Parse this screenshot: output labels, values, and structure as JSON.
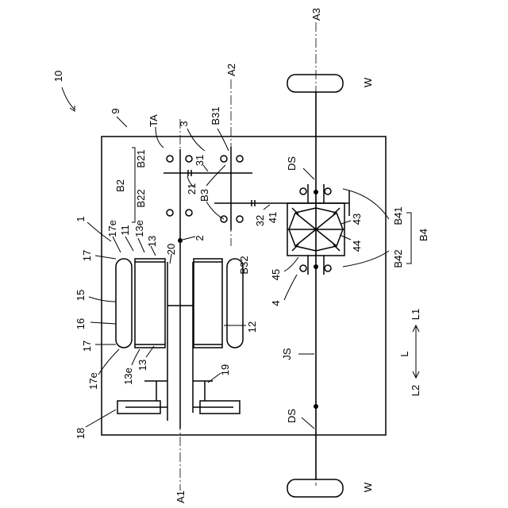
{
  "labels": {
    "fig_ref": "10",
    "housing": "9",
    "rotor_axis": "A1",
    "counter_axis": "A2",
    "output_axis": "A3",
    "wheel_top": "W",
    "wheel_bottom": "W",
    "ta": "TA",
    "gear3": "3",
    "b31": "B31",
    "b21": "B21",
    "b22": "B22",
    "b2": "B2",
    "g31": "31",
    "g21": "21",
    "b3": "B3",
    "g32": "32",
    "g41": "41",
    "g43": "43",
    "b41": "B41",
    "b4": "B4",
    "b42": "B42",
    "b32": "B32",
    "g44": "44",
    "g45": "45",
    "diff4": "4",
    "ds_top": "DS",
    "ds_bottom": "DS",
    "js": "JS",
    "shaft2": "2",
    "shaft20": "20",
    "motor1": "1",
    "e17_top": "17e",
    "c11": "11",
    "e13_top": "13e",
    "c13_top": "13",
    "c17_top": "17",
    "c15": "15",
    "c16": "16",
    "c17_bottom": "17",
    "e17_bottom": "17e",
    "e13_bottom": "13e",
    "c13_bottom": "13",
    "c12": "12",
    "c19": "19",
    "c18": "18",
    "dir_l": "L",
    "dir_l1": "L1",
    "dir_l2": "L2"
  }
}
